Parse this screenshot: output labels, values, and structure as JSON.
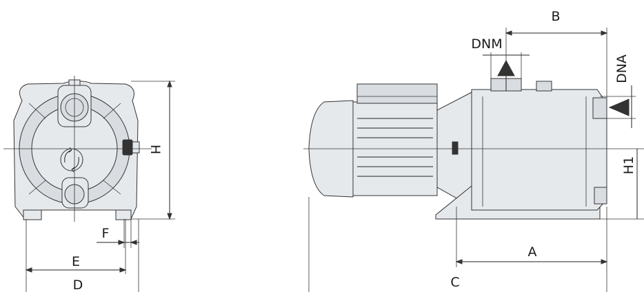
{
  "labels": {
    "front_height": "H",
    "front_foot": "F",
    "front_inner_width": "E",
    "front_outer_width": "D",
    "side_top": "B",
    "side_outlet": "DNM",
    "side_inlet": "DNA",
    "side_axis_height": "H1",
    "side_length_a": "A",
    "side_length_c": "C"
  },
  "colors": {
    "line": "#222222",
    "body_fill": "#e6e9ec",
    "shade_fill": "#d9dde1"
  }
}
